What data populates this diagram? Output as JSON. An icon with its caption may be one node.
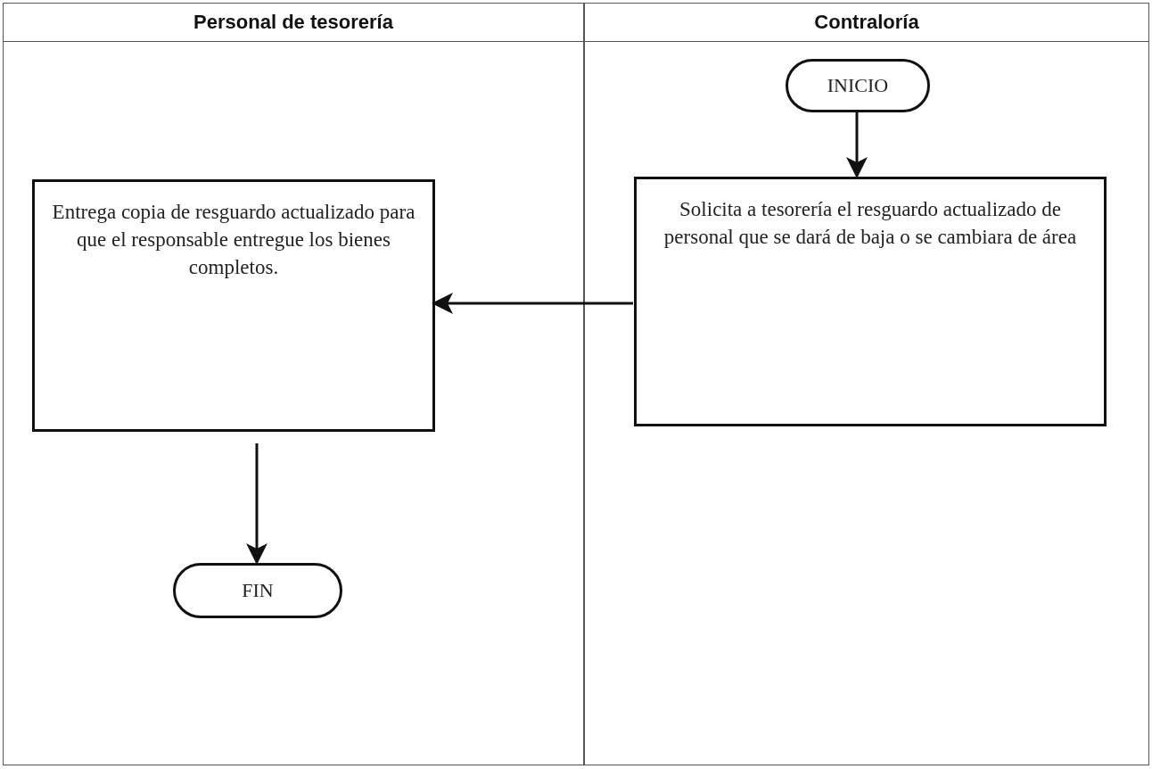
{
  "diagram": {
    "nodes": [
      {
        "text": [
          "Personal de tesorería"
        ]
      },
      {
        "text": [
          "Contraloría"
        ]
      },
      {
        "text": [
          "INICIO"
        ],
        "in": 1
      },
      {
        "text": [
          "Solicita a tesorería el resguardo actualizado de personal que se dará de baja o se cambiara de área"
        ],
        "in": 1
      },
      {
        "text": [
          "Entrega copia de resguardo actualizado para que el responsable entregue los bienes completos."
        ],
        "in": 0
      },
      {
        "text": [
          "FIN"
        ],
        "in": 0
      }
    ],
    "edges": [
      {
        "from": 2,
        "to": 3,
        "arrow": "to"
      },
      {
        "from": 3,
        "to": 4,
        "arrow": "to"
      },
      {
        "from": 4,
        "to": 5,
        "arrow": "to"
      }
    ]
  }
}
